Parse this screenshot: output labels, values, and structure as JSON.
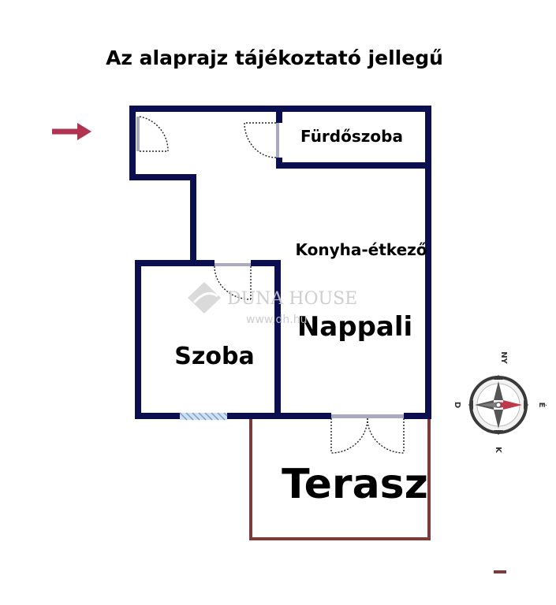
{
  "title": "Az alaprajz tájékoztató jellegű",
  "rooms": {
    "bathroom": "Fürdőszoba",
    "kitchen_dining": "Konyha-étkező",
    "living": "Nappali",
    "bedroom": "Szoba",
    "terrace": "Terasz"
  },
  "watermark": {
    "brand": "DUNA HOUSE",
    "url": "www.dh.hu"
  },
  "compass": {
    "north": "NY",
    "east": "É",
    "south": "K",
    "west": "D"
  },
  "colors": {
    "wall": "#0c0f4f",
    "terrace": "#7a3b3b",
    "entry_arrow": "#b03350",
    "window": "#9ab4d4",
    "door_frame": "#a9a9c2",
    "compass_needle_east": "#c0394b"
  }
}
